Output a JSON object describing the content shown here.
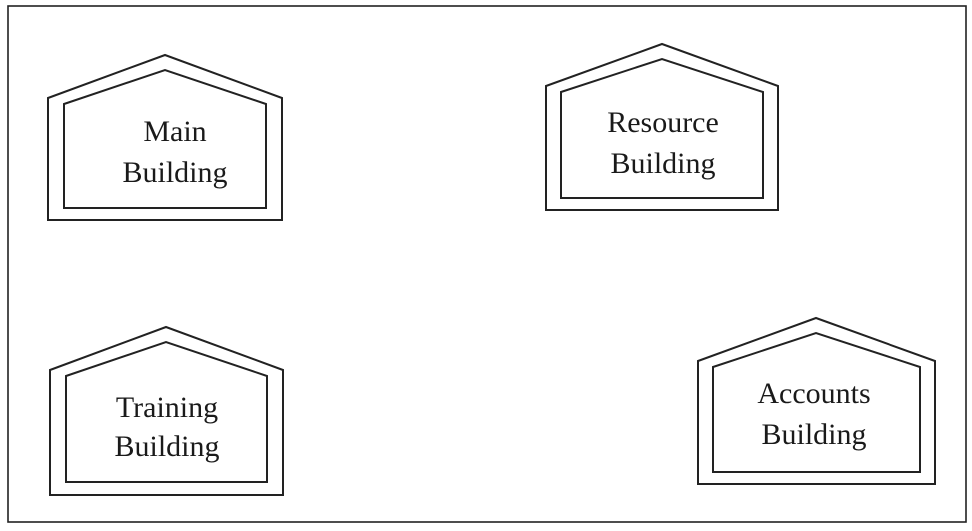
{
  "buildings": [
    {
      "line1": "Main",
      "line2": "Building"
    },
    {
      "line1": "Resource",
      "line2": "Building"
    },
    {
      "line1": "Training",
      "line2": "Building"
    },
    {
      "line1": "Accounts",
      "line2": "Building"
    }
  ]
}
